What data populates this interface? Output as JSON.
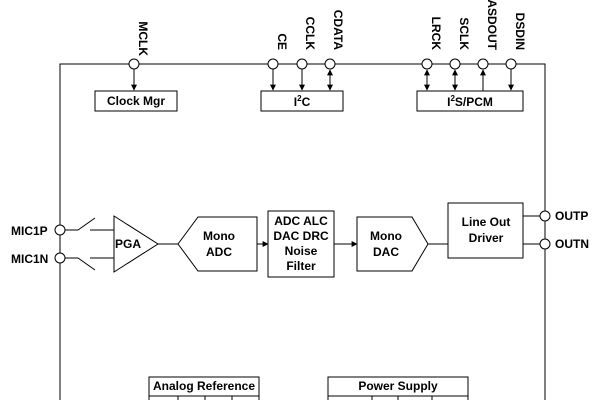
{
  "pins": {
    "mclk": "MCLK",
    "ce": "CE",
    "cclk": "CCLK",
    "cdata": "CDATA",
    "lrck": "LRCK",
    "sclk": "SCLK",
    "asdout": "ASDOUT",
    "dsdin": "DSDIN",
    "mic1p": "MIC1P",
    "mic1n": "MIC1N",
    "outp": "OUTP",
    "outn": "OUTN"
  },
  "blocks": {
    "clock_mgr": "Clock Mgr",
    "i2c": {
      "main": "I",
      "sup": "2",
      "rest": "C"
    },
    "i2s": {
      "main": "I",
      "sup": "2",
      "rest": "S/PCM"
    },
    "pga": "PGA",
    "mono_adc": [
      "Mono",
      "ADC"
    ],
    "dsp": [
      "ADC ALC",
      "DAC DRC",
      "Noise",
      "Filter"
    ],
    "mono_dac": [
      "Mono",
      "DAC"
    ],
    "line_out": [
      "Line Out",
      "Driver"
    ],
    "analog_ref": "Analog Reference",
    "power_supply": "Power Supply"
  }
}
